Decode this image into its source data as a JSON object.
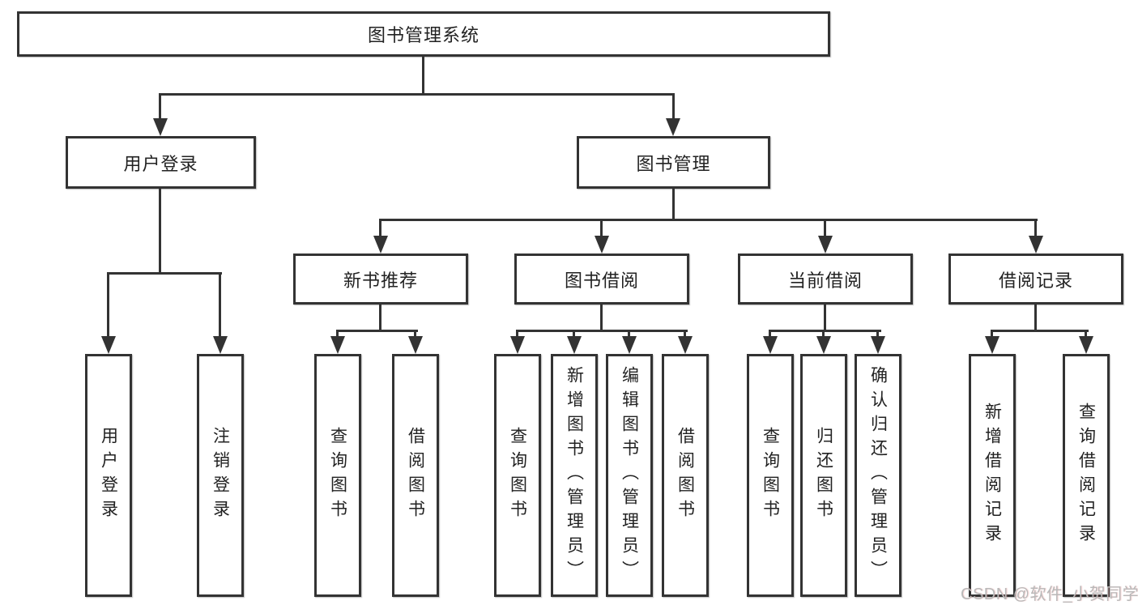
{
  "diagram": {
    "title": "图书管理系统",
    "nodes": {
      "root": "图书管理系统",
      "user_login": "用户登录",
      "book_mgmt": "图书管理",
      "new_book_rec": "新书推荐",
      "book_borrow": "图书借阅",
      "current_borrow": "当前借阅",
      "borrow_records": "借阅记录",
      "leaf_user_login": "用户登录",
      "leaf_logout": "注销登录",
      "leaf_query_book_rec": "查询图书",
      "leaf_borrow_book_rec": "借阅图书",
      "leaf_query_book_borrow": "查询图书",
      "leaf_add_book": "新增图书（管理员）",
      "leaf_edit_book": "编辑图书（管理员）",
      "leaf_borrow_book_borrow": "借阅图书",
      "leaf_query_book_current": "查询图书",
      "leaf_return_book": "归还图书",
      "leaf_confirm_return": "确认归还（管理员）",
      "leaf_add_record": "新增借阅记录",
      "leaf_query_record": "查询借阅记录"
    },
    "watermark": "CSDN @软件_小贺同学",
    "colors": {
      "line": "#333333",
      "text": "#222222",
      "box_fill": "#ffffff",
      "watermark_text": "#b9b9b9",
      "background": "#ffffff"
    }
  }
}
